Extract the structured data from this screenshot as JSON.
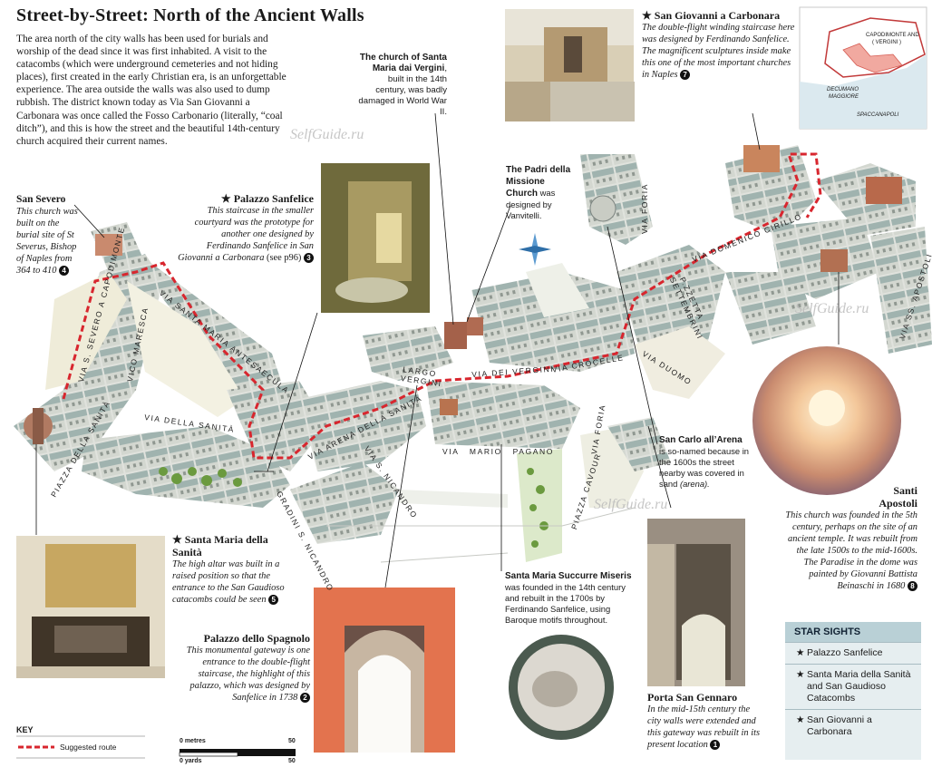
{
  "title": "Street-by-Street: North of the Ancient Walls",
  "intro": "The area north of the city walls has been used for burials and worship of the dead since it was first inhabited. A visit to the catacombs (which were underground cemeteries and not hiding places), first created in the early Christian era, is an unforgettable experience. The area outside the walls was also used to dump rubbish. The district known today as Via San Giovanni a Carbonara was once called the Fosso Carbonario (literally, “coal ditch”), and this is how the street and the beautiful 14th-century church acquired their current names.",
  "watermark": "SelfGuide.ru",
  "captions": {
    "san_severo": {
      "title": "San Severo",
      "text": "This church was built on the burial site of St Severus, Bishop of Naples from 364 to 410",
      "num": "4"
    },
    "santa_maria_vergini": {
      "title": "The church of Santa Maria dai Vergini",
      "text": ", built in the 14th century, was badly damaged in World War II."
    },
    "palazzo_sanfelice": {
      "star": "★",
      "title": "Palazzo Sanfelice",
      "text": "This staircase in the smaller courtyard was the prototype for another one designed by Ferdinando Sanfelice in San Giovanni a Carbonara",
      "ref": "(see p96)",
      "num": "3"
    },
    "padri_missione": {
      "title": "The Padri della Missione Church",
      "text": "was designed by Vanvitelli."
    },
    "san_giovanni": {
      "star": "★",
      "title": "San Giovanni a Carbonara",
      "text": "The double-flight winding staircase here was designed by Ferdinando Sanfelice. The magnificent sculptures inside make this one of the most important churches in Naples",
      "num": "7"
    },
    "san_carlo": {
      "title": "San Carlo all’Arena",
      "text": "is so-named because in the 1600s the street nearby was covered in sand",
      "text_it": "(arena)."
    },
    "santi_apostoli": {
      "title": "Santi Apostoli",
      "text": "This church was founded in the 5th century, perhaps on the site of an ancient temple. It was rebuilt from the late 1500s to the mid-1600s. The Paradise in the dome was painted by Giovanni Battista Beinaschi in 1680",
      "num": "8"
    },
    "santa_maria_sanita": {
      "star": "★",
      "title": "Santa Maria della Sanità",
      "text": "The high altar was built in a raised position so that the entrance to the San Gaudioso catacombs could be seen",
      "num": "5"
    },
    "palazzo_spagnolo": {
      "title": "Palazzo dello Spagnolo",
      "text": "This monumental gateway is one entrance to the double-flight staircase, the highlight of this palazzo, which was designed by Sanfelice in 1738",
      "num": "2"
    },
    "santa_maria_succurre": {
      "title": "Santa Maria Succurre Miseris",
      "text": "was founded in the 14th century and rebuilt in the 1700s by Ferdinando Sanfelice, using Baroque motifs throughout."
    },
    "porta_san_gennaro": {
      "title": "Porta San Gennaro",
      "text": "In the mid-15th century the city walls were extended and this gateway was rebuilt in its present location",
      "num": "1"
    }
  },
  "locator": {
    "label1": "CAPODIMONTE AND",
    "label2": "( VERGINI )",
    "label3": "DECUMANO",
    "label4": "MAGGIORE",
    "label5": "SPACCANAPOLI"
  },
  "streets": {
    "severo": "VIA S. SEVERO A CAPODIMONTE",
    "maresca": "VICO MARESCA",
    "antesaecula": "VIA SANTA MARIA ANTESAECULA",
    "sanita": "VIA DELLA SANITÀ",
    "piazza_sanita": "PIAZZA DELLA SANITÀ",
    "arena": "VIA ARENA DELLA SANITÀ",
    "gradini": "GRADINI S. NICANDRO",
    "nicandro": "VIA S. NICANDRO",
    "largo": "LARGO VERGINI",
    "vergini": "VIA DEI VERGINI",
    "crocelle": "VIA CROCELLE",
    "pagano": "VIA   MARIO   PAGANO",
    "foria1": "VIA FORIA",
    "foria2": "VIA FORIA",
    "cirillo": "VIA DOMENICO CIRILLO",
    "settembrini": "P.ZZETTA SETTEMBRINI",
    "duomo": "VIA DUOMO",
    "cavour": "PIAZZA CAVOUR",
    "apostoli": "VIA SS. APOSTOLI"
  },
  "scale": {
    "metres": "0 metres",
    "metres_end": "50",
    "yards": "0 yards",
    "yards_end": "50"
  },
  "key": {
    "title": "KEY",
    "route": "Suggested route"
  },
  "star_sights": {
    "title": "STAR SIGHTS",
    "star": "★",
    "items": [
      "Palazzo Sanfelice",
      "Santa Maria della Sanità and San Gaudioso Catacombs",
      "San Giovanni a Carbonara"
    ]
  },
  "colors": {
    "route": "#d8262e",
    "roof": "#8fa6a2",
    "building": "#d9dcd6",
    "locator_pink": "#f1a9a0",
    "key_bg": "#e6eef0"
  }
}
